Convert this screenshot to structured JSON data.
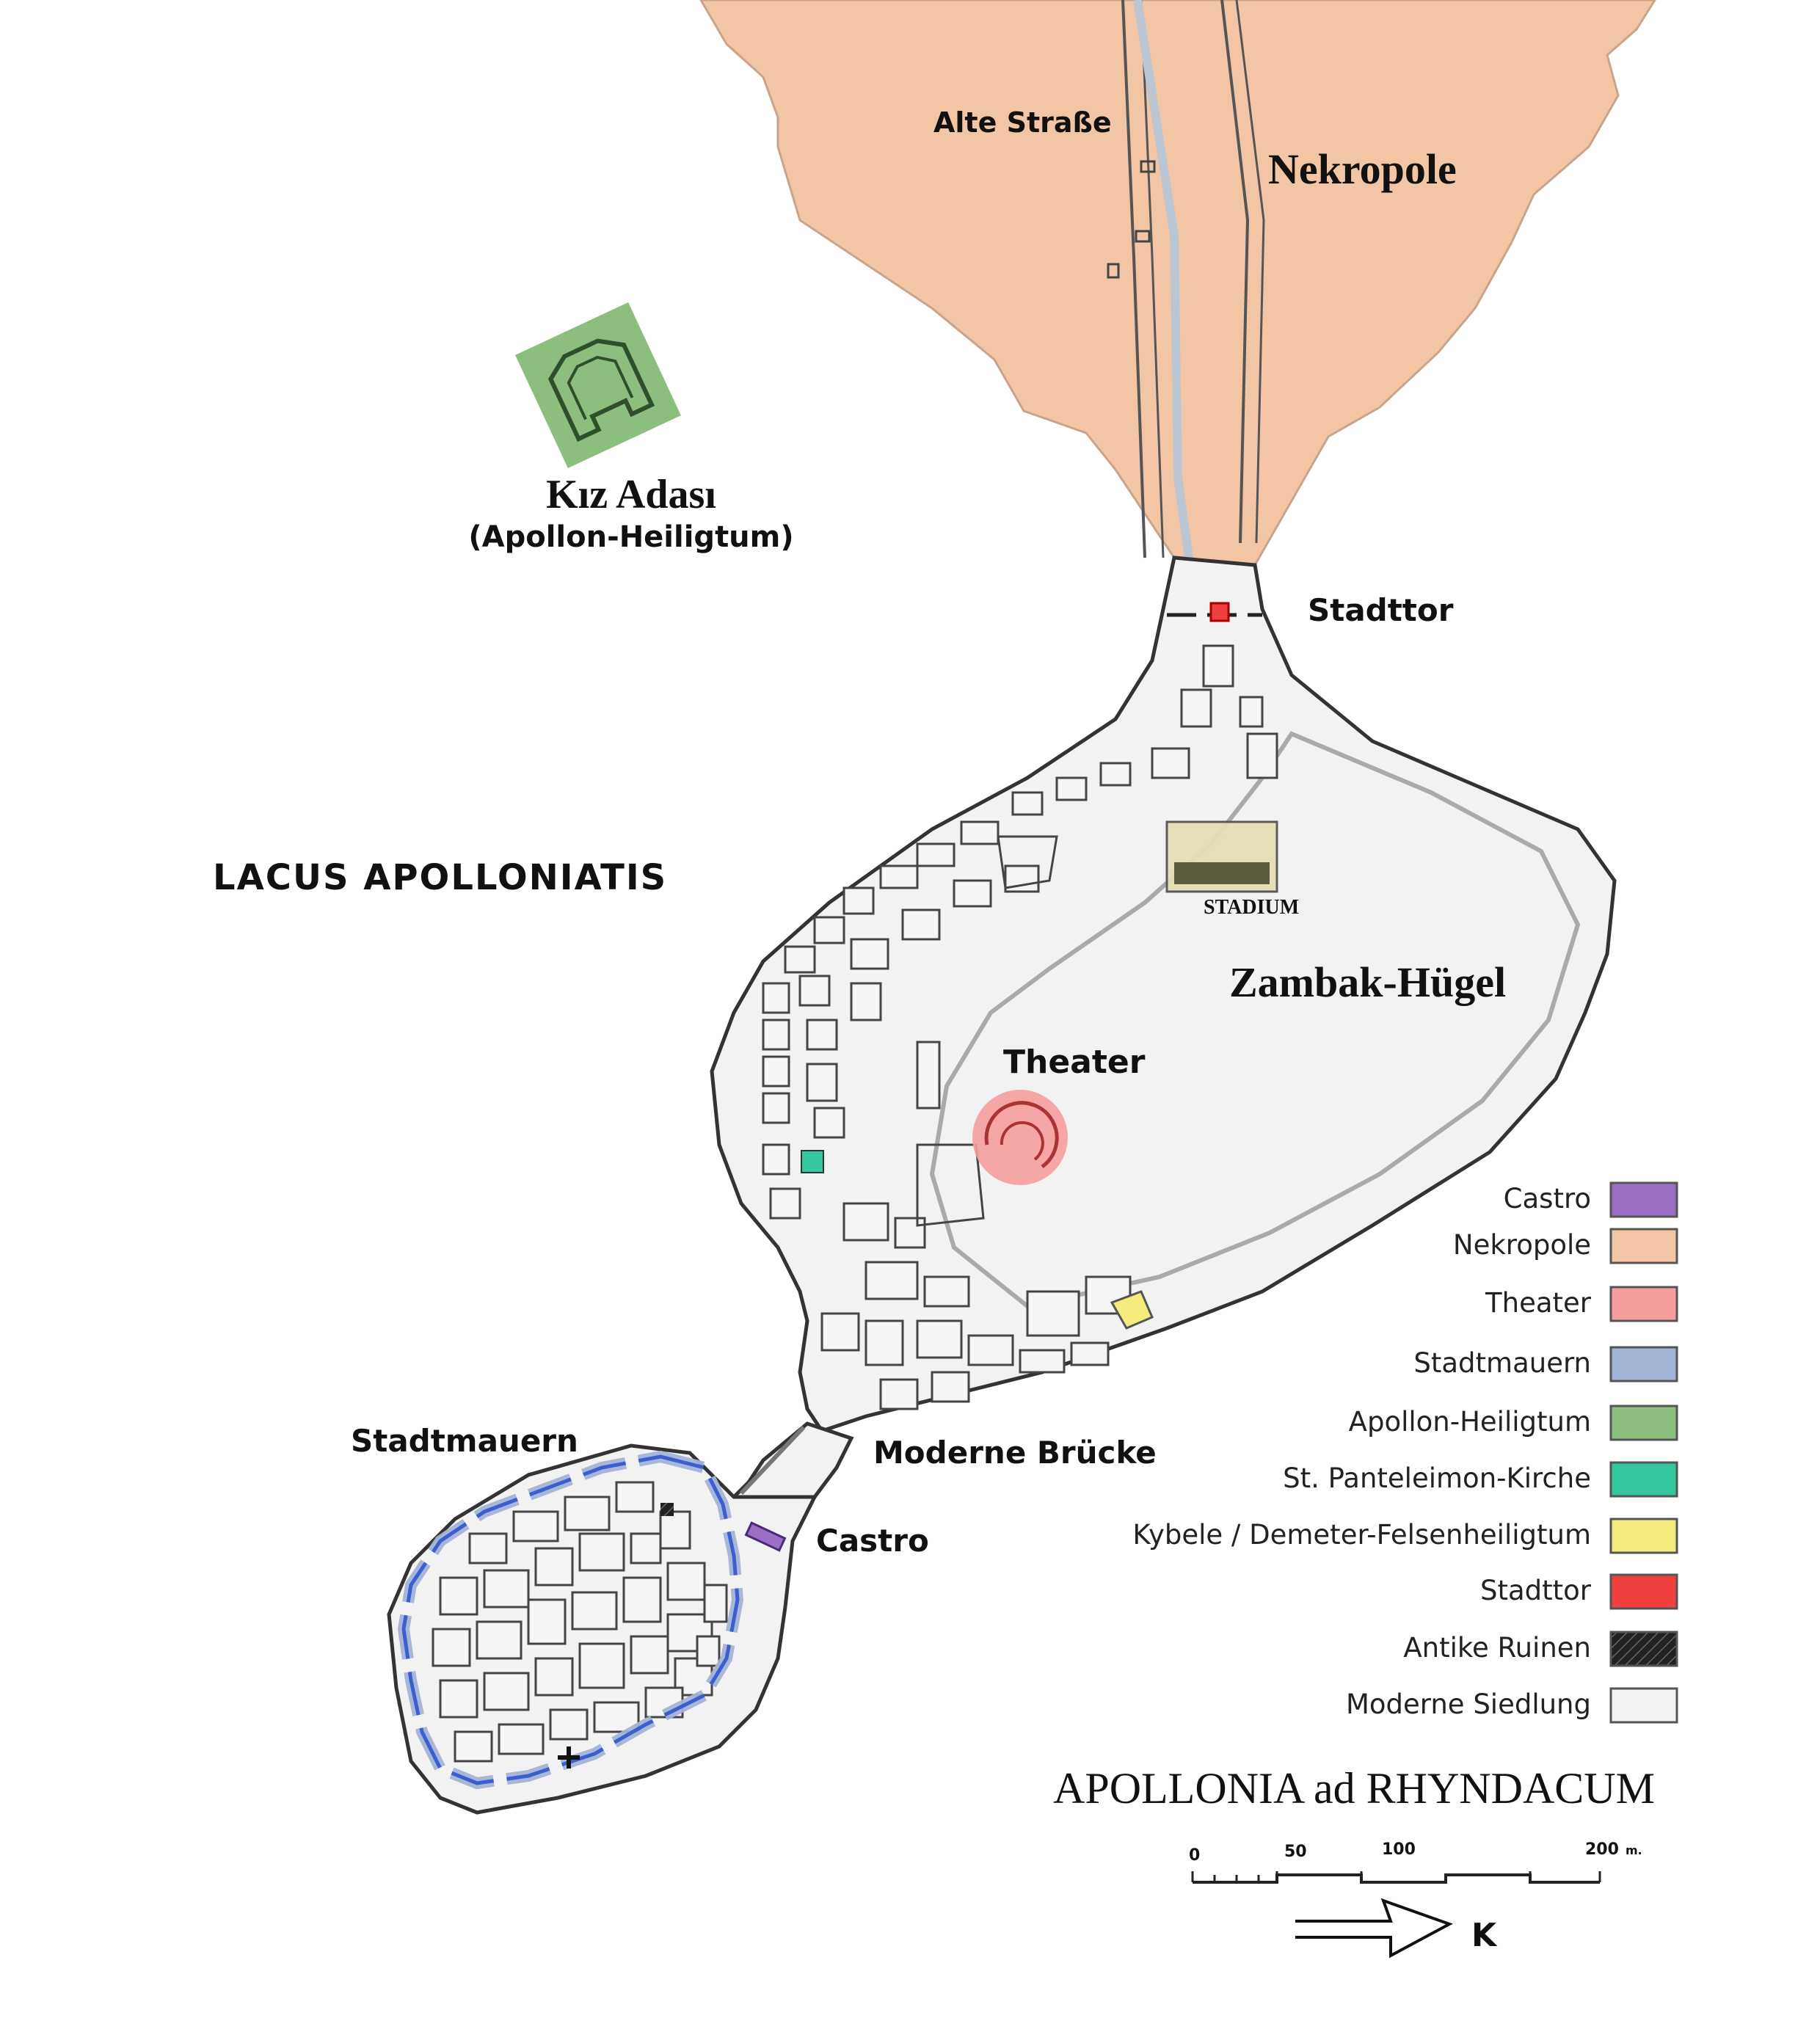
{
  "map": {
    "title": "APOLLONIA ad RHYNDACUM",
    "water_label": "LACUS APOLLONIATIS",
    "places": {
      "alte_strasse": "Alte Straße",
      "nekropole": "Nekropole",
      "kiz_adasi": "Kız Adası",
      "kiz_adasi_sub": "(Apollon-Heiligtum)",
      "stadttor": "Stadttor",
      "stadium": "STADIUM",
      "zambak": "Zambak-Hügel",
      "theater": "Theater",
      "stadtmauern": "Stadtmauern",
      "bruecke": "Moderne Brücke",
      "castro": "Castro"
    },
    "scale": {
      "ticks": [
        "0",
        "50",
        "100",
        "200"
      ],
      "unit": "m."
    },
    "north": "K",
    "colors": {
      "nekropole": "#f2c6a4",
      "apollon": "#8cbf7e",
      "theater": "#f59e9e",
      "stadtmauern": "#a3b3d6",
      "castro": "#9b6fc4",
      "panteleimon": "#33c89e",
      "kybele": "#f4ec7c",
      "stadttor": "#f04040",
      "settlement": "#f2f2f2"
    }
  },
  "legend": [
    {
      "label": "Castro",
      "color": "#9b6fc4",
      "icon": "swatch"
    },
    {
      "label": "Nekropole",
      "color": "#f2c6a4",
      "icon": "swatch"
    },
    {
      "label": "Theater",
      "color": "#f59e9e",
      "icon": "swatch"
    },
    {
      "label": "Stadtmauern",
      "color": "#a3b3d6",
      "icon": "swatch"
    },
    {
      "label": "Apollon-Heiligtum",
      "color": "#8cbf7e",
      "icon": "swatch"
    },
    {
      "label": "St. Panteleimon-Kirche",
      "color": "#33c89e",
      "icon": "swatch"
    },
    {
      "label": "Kybele / Demeter-Felsenheiligtum",
      "color": "#f4ec7c",
      "icon": "swatch"
    },
    {
      "label": "Stadttor",
      "color": "#f04040",
      "icon": "swatch"
    },
    {
      "label": "Antike Ruinen",
      "color": "#222222",
      "icon": "hatched-swatch"
    },
    {
      "label": "Moderne Siedlung",
      "color": "#f2f2f2",
      "icon": "swatch"
    }
  ]
}
